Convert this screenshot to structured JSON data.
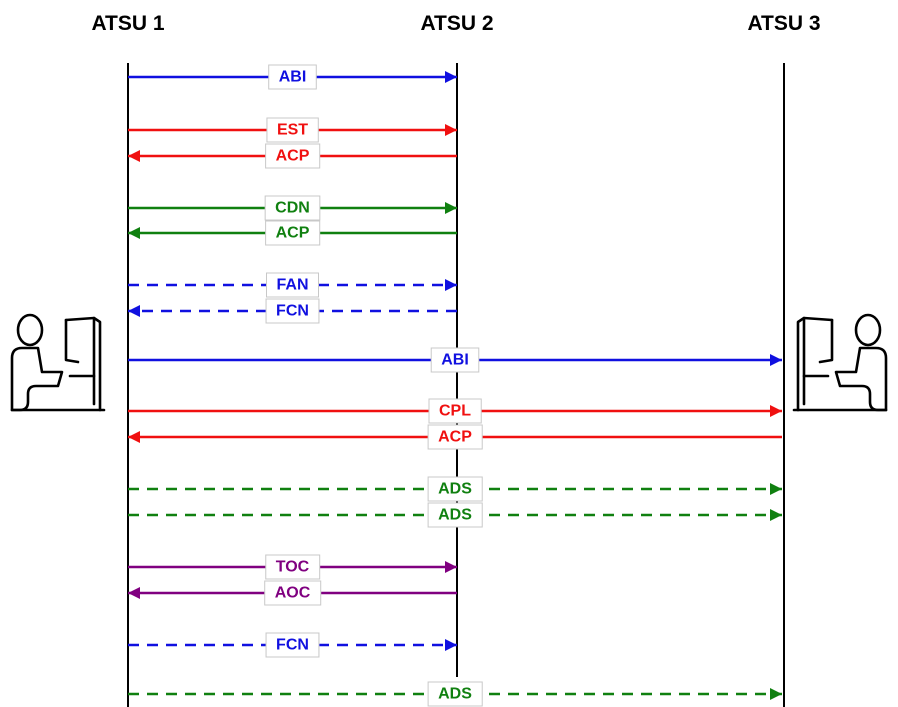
{
  "units": [
    {
      "id": "atsu1",
      "title": "ATSU 1"
    },
    {
      "id": "atsu2",
      "title": "ATSU 2"
    },
    {
      "id": "atsu3",
      "title": "ATSU 3"
    }
  ],
  "colors": {
    "blue": "#1010e0",
    "red": "#f01010",
    "green": "#108010",
    "purple": "#800080",
    "lifeline": "#000000",
    "label_box_border": "#c8c8c8"
  },
  "left_icon": "controller-workstation-icon",
  "right_icon": "controller-workstation-icon",
  "messages": [
    {
      "label": "ABI",
      "from": "atsu1",
      "to": "atsu2",
      "color": "blue",
      "style": "solid"
    },
    {
      "label": "EST",
      "from": "atsu1",
      "to": "atsu2",
      "color": "red",
      "style": "solid"
    },
    {
      "label": "ACP",
      "from": "atsu2",
      "to": "atsu1",
      "color": "red",
      "style": "solid"
    },
    {
      "label": "CDN",
      "from": "atsu1",
      "to": "atsu2",
      "color": "green",
      "style": "solid"
    },
    {
      "label": "ACP",
      "from": "atsu2",
      "to": "atsu1",
      "color": "green",
      "style": "solid"
    },
    {
      "label": "FAN",
      "from": "atsu1",
      "to": "atsu2",
      "color": "blue",
      "style": "dashed"
    },
    {
      "label": "FCN",
      "from": "atsu2",
      "to": "atsu1",
      "color": "blue",
      "style": "dashed"
    },
    {
      "label": "ABI",
      "from": "atsu1",
      "to": "atsu3",
      "color": "blue",
      "style": "solid"
    },
    {
      "label": "CPL",
      "from": "atsu1",
      "to": "atsu3",
      "color": "red",
      "style": "solid"
    },
    {
      "label": "ACP",
      "from": "atsu3",
      "to": "atsu1",
      "color": "red",
      "style": "solid"
    },
    {
      "label": "ADS",
      "from": "atsu1",
      "to": "atsu3",
      "color": "green",
      "style": "dashed"
    },
    {
      "label": "ADS",
      "from": "atsu1",
      "to": "atsu3",
      "color": "green",
      "style": "dashed"
    },
    {
      "label": "TOC",
      "from": "atsu1",
      "to": "atsu2",
      "color": "purple",
      "style": "solid"
    },
    {
      "label": "AOC",
      "from": "atsu2",
      "to": "atsu1",
      "color": "purple",
      "style": "solid"
    },
    {
      "label": "FCN",
      "from": "atsu1",
      "to": "atsu2",
      "color": "blue",
      "style": "dashed"
    },
    {
      "label": "ADS",
      "from": "atsu1",
      "to": "atsu3",
      "color": "green",
      "style": "dashed"
    }
  ]
}
